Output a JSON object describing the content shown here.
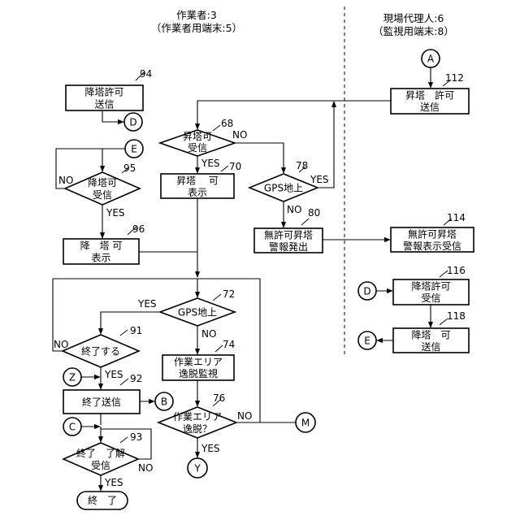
{
  "header": {
    "worker_title": "作業者:3",
    "worker_sub": "（作業者用端末:5）",
    "agent_title": "現場代理人:6",
    "agent_sub": "（監視用端末:8）"
  },
  "blocks": {
    "b94": [
      "降塔許可",
      "送信"
    ],
    "b96": [
      "降　塔 可",
      "表示"
    ],
    "b91": [
      "終了する"
    ],
    "b92": [
      "終了送信"
    ],
    "b93": [
      "終了　了解",
      "受信"
    ],
    "b_end": [
      "終　了"
    ],
    "b68": [
      "昇塔可",
      "受信"
    ],
    "b70": [
      "昇塔　 可",
      "表示"
    ],
    "b78": [
      "GPS地上"
    ],
    "b80": [
      "無許可昇塔",
      "警報発出"
    ],
    "b72": [
      "GPS地上"
    ],
    "b74": [
      "作業エリア",
      "逸脱監視"
    ],
    "b76": [
      "作業エリア",
      "逸脱？"
    ],
    "b95": [
      "降塔可",
      "受信"
    ],
    "b112": [
      "昇塔　許可",
      "送信"
    ],
    "b114": [
      "無許可昇塔",
      "警報表示受信"
    ],
    "b116": [
      "降塔許可",
      "受信"
    ],
    "b118": [
      "降塔　可",
      "送信"
    ]
  },
  "refs": {
    "r94": "94",
    "r95": "95",
    "r96": "96",
    "r91": "91",
    "r92": "92",
    "r93": "93",
    "r68": "68",
    "r70": "70",
    "r78": "78",
    "r80": "80",
    "r72": "72",
    "r74": "74",
    "r76": "76",
    "r112": "112",
    "r114": "114",
    "r116": "116",
    "r118": "118"
  },
  "labels": {
    "yes": "YES",
    "no": "NO"
  },
  "connectors": {
    "a": "A",
    "b": "B",
    "c": "C",
    "d": "D",
    "e": "E",
    "m": "M",
    "y": "Y",
    "z": "Z"
  }
}
